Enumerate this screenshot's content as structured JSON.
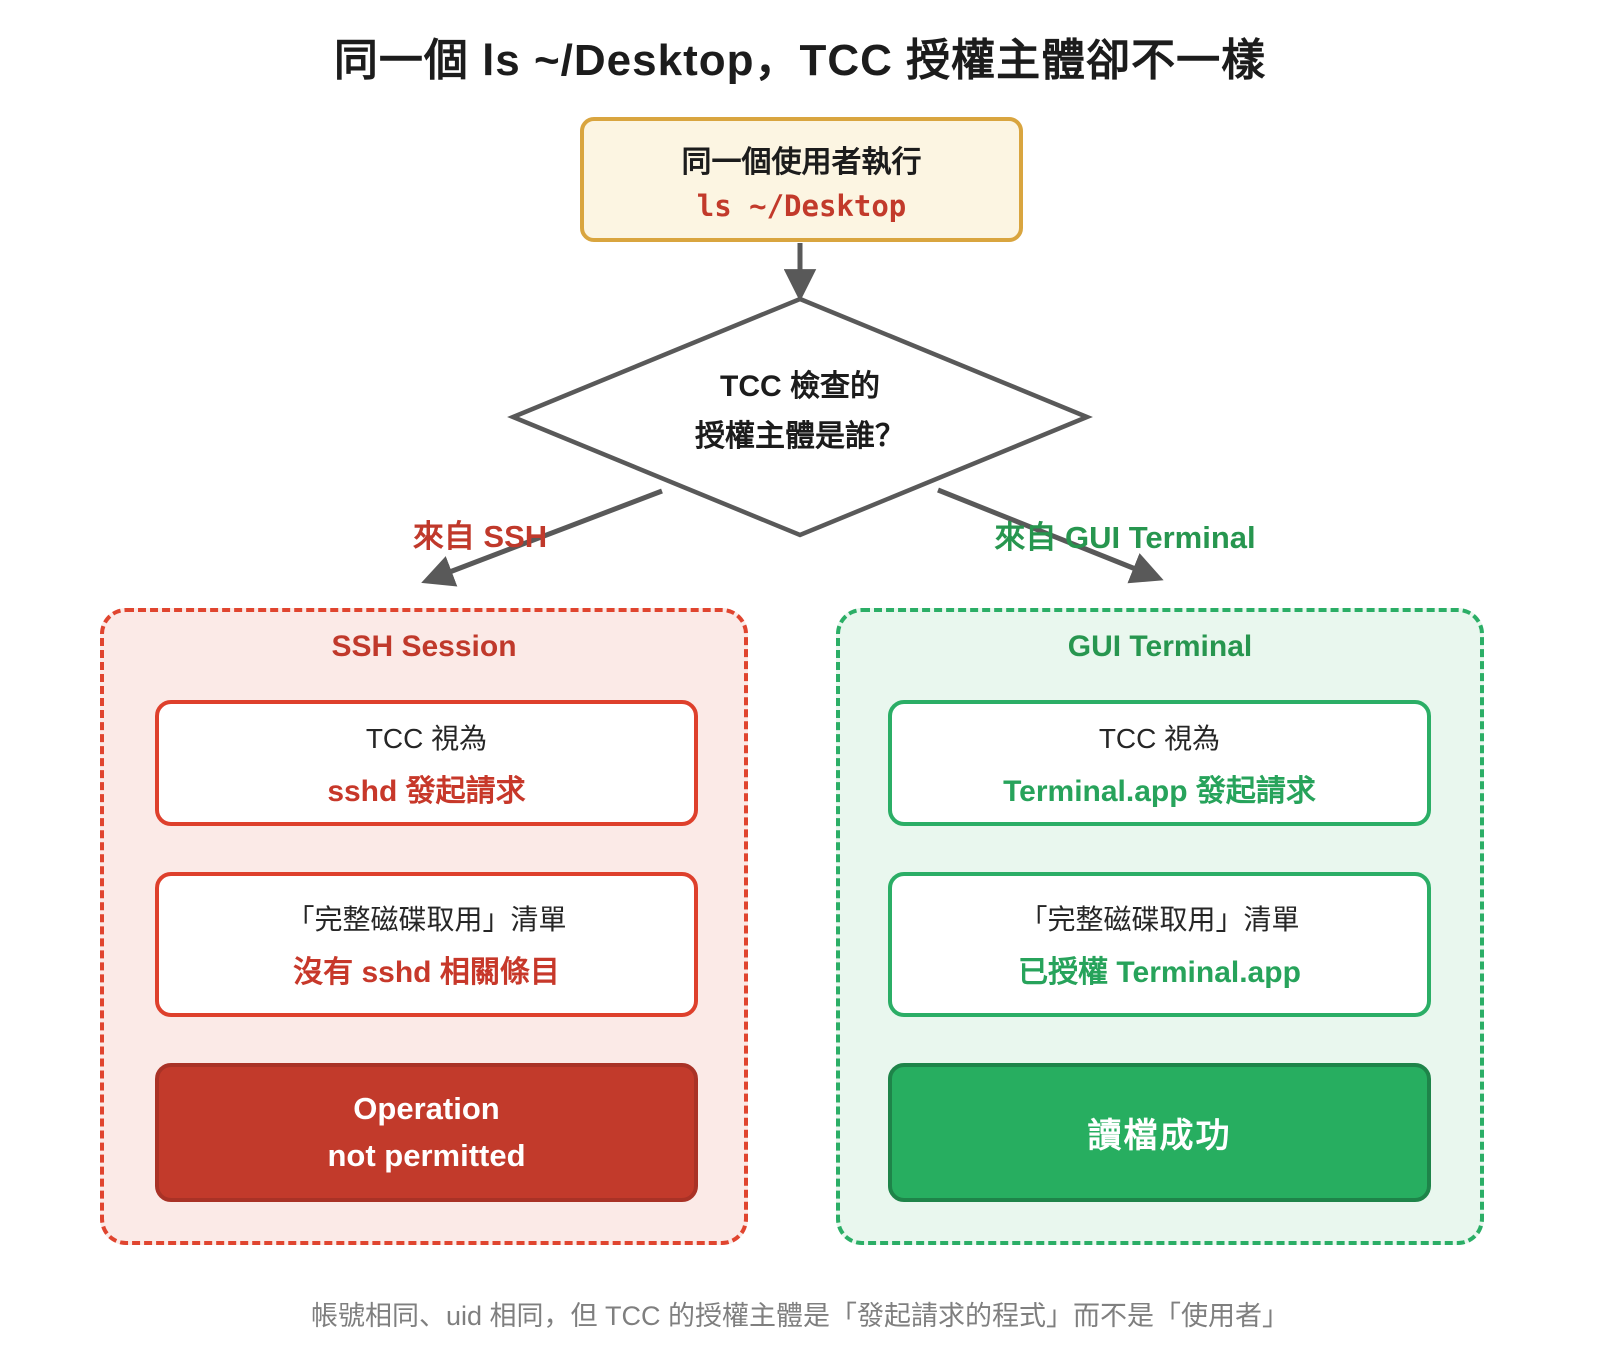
{
  "title": "同一個 ls ~/Desktop，TCC 授權主體卻不一樣",
  "start_box": {
    "line1": "同一個使用者執行",
    "command": "ls ~/Desktop"
  },
  "decision": {
    "line1": "TCC 檢查的",
    "line2": "授權主體是誰？"
  },
  "branches": {
    "left_label": "來自 SSH",
    "right_label": "來自 GUI Terminal"
  },
  "ssh_column": {
    "title": "SSH Session",
    "box1": {
      "line1": "TCC 視為",
      "line2": "sshd 發起請求"
    },
    "box2": {
      "line1": "「完整磁碟取用」清單",
      "line2": "沒有 sshd 相關條目"
    },
    "result": {
      "line1": "Operation",
      "line2": "not permitted"
    }
  },
  "gui_column": {
    "title": "GUI Terminal",
    "box1": {
      "line1": "TCC 視為",
      "line2": "Terminal.app 發起請求"
    },
    "box2": {
      "line1": "「完整磁碟取用」清單",
      "line2": "已授權 Terminal.app"
    },
    "result": {
      "line1": "讀檔成功"
    }
  },
  "caption": "帳號相同、uid 相同，但 TCC 的授權主體是「發起請求的程式」而不是「使用者」",
  "colors": {
    "gold_border": "#d9a53f",
    "cream_bg": "#fcf5e2",
    "line_gray": "#595959",
    "red_border": "#de402c",
    "red_text": "#c0392b",
    "red_solid_bg": "#c23a2b",
    "red_panel_bg": "#fbeae7",
    "green_border": "#2bae66",
    "green_text": "#27964f",
    "green_solid_bg": "#27ae60",
    "green_panel_bg": "#e9f7ee",
    "caption_gray": "#7f7f7f"
  }
}
